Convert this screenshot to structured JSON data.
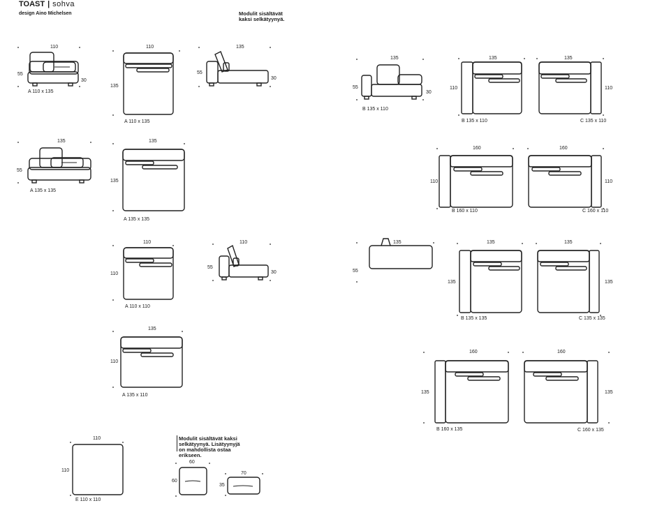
{
  "header": {
    "brand": "TOAST",
    "separator": "|",
    "product": "sohva",
    "designer": "design Aino Michelsen"
  },
  "notes": {
    "backrests": "Modulit sisältävät kaksi selkätyynyä.",
    "backrests_extra": "Modulit sisältävät kaksi selkätyynyä. Lisätyynyjä on mahdollista ostaa erikseen."
  },
  "dimensions": {
    "w110": "110",
    "w135": "135",
    "w160": "160",
    "w60": "60",
    "w70": "70",
    "h55": "55",
    "h30": "30",
    "h35": "35",
    "h60": "60",
    "d110": "110",
    "d135": "135"
  },
  "captions": {
    "a110x135": "A 110 x 135",
    "a135x135": "A 135 x 135",
    "a110x110": "A 110 x 110",
    "a135x110": "A 135 x 110",
    "b135x110": "B 135 x 110",
    "b160x110": "B 160 x 110",
    "b135x135": "B 135 x 135",
    "b160x135": "B 160 x 135",
    "c135x110": "C 135 x 110",
    "c160x110": "C 160 x 110",
    "c135x135": "C 135 x 135",
    "c160x135": "C 160 x 135",
    "e110x110": "E 110 x 110"
  }
}
